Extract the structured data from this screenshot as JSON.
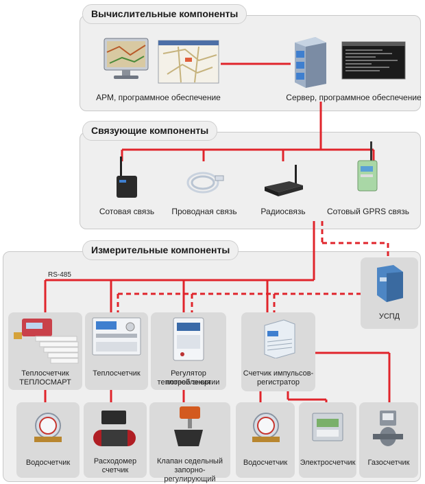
{
  "sections": {
    "computing": "Вычислительные компоненты",
    "linking": "Связующие компоненты",
    "measuring": "Измерительные компоненты"
  },
  "computing": {
    "arm_label": "АРМ, программное обеспечение",
    "server_label": "Сервер, программное обеспечение"
  },
  "linking": {
    "cellular": "Сотовая связь",
    "wired": "Проводная связь",
    "radio": "Радиосвязь",
    "gprs": "Сотовый GPRS связь"
  },
  "bus_label": "RS-485",
  "measuring": {
    "teplosmart_line1": "Теплосчетчик",
    "teplosmart_line2": "ТЕПЛОСМАРТ",
    "heat_meter": "Теплосчетчик",
    "regulator_line1": "Регулятор потребления",
    "regulator_line2": "тепловой энергии",
    "pulse_line1": "Счетчик импульсов-",
    "pulse_line2": "регистратор",
    "uspd": "УСПД"
  },
  "sensors": {
    "water1": "Водосчетчик",
    "flow_line1": "Расходомер",
    "flow_line2": "счетчик",
    "valve_line1": "Клапан седельный",
    "valve_line2": "запорно-регулирующий",
    "water2": "Водосчетчик",
    "electric": "Электросчетчик",
    "gas": "Газосчетчик"
  },
  "colors": {
    "line": "#e0242b",
    "panel": "#efefef",
    "card": "#dadada"
  }
}
